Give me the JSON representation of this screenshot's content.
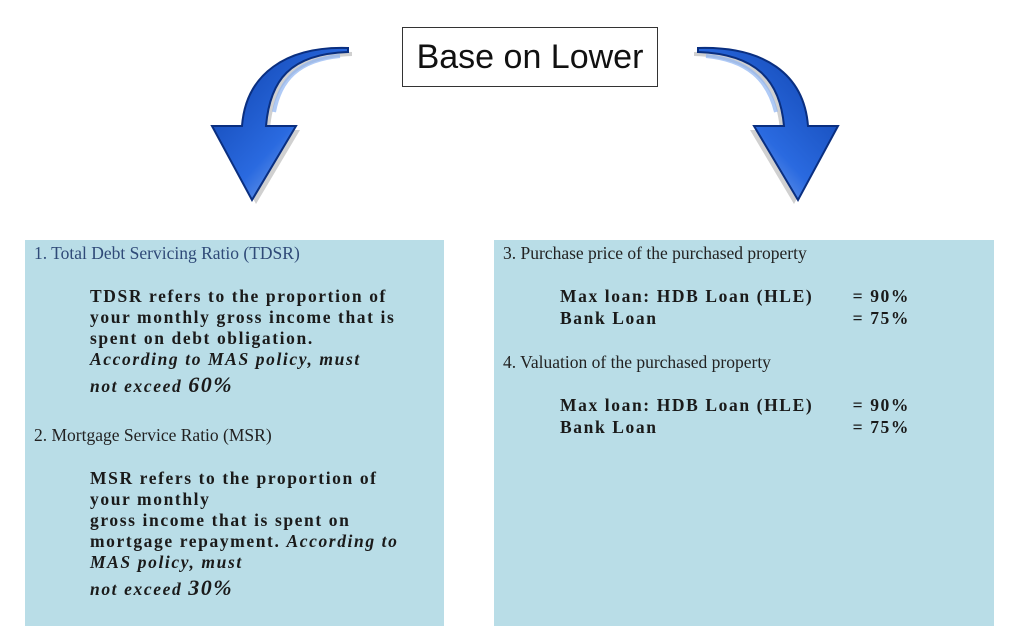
{
  "title": "Base on Lower",
  "colors": {
    "panel_bg": "#b9dde7",
    "arrow_blue": "#1f5fd0",
    "heading_blue": "#2f4a78"
  },
  "icons": {
    "left_arrow": "curved-arrow-down-left-icon",
    "right_arrow": "curved-arrow-down-right-icon"
  },
  "left_panel": {
    "tdsr": {
      "heading": "1. Total Debt Servicing Ratio (TDSR)",
      "line1": "TDSR refers to the proportion of",
      "line2": "your monthly gross income that is",
      "line3": "spent on debt obligation.",
      "policy": "According to MAS policy, must",
      "limit_prefix": "not exceed ",
      "limit_value": "60%"
    },
    "msr": {
      "heading": "2. Mortgage Service Ratio (MSR)",
      "line1": "MSR refers to the proportion of",
      "line2": "your monthly",
      "line3": "gross income that is spent on",
      "line4": "mortgage repayment.",
      "policy1": "According to",
      "policy2": "MAS policy, must",
      "limit_prefix": "not exceed ",
      "limit_value": "30%"
    }
  },
  "right_panel": {
    "price": {
      "heading": "3. Purchase price of the purchased property",
      "hdb_label": "Max loan: HDB Loan (HLE)",
      "hdb_value": "= 90%",
      "bank_label": "Bank Loan",
      "bank_value": "= 75%"
    },
    "valuation": {
      "heading": "4. Valuation of the purchased property",
      "hdb_label": "Max loan: HDB Loan (HLE)",
      "hdb_value": "= 90%",
      "bank_label": "Bank Loan",
      "bank_value": "= 75%"
    }
  }
}
